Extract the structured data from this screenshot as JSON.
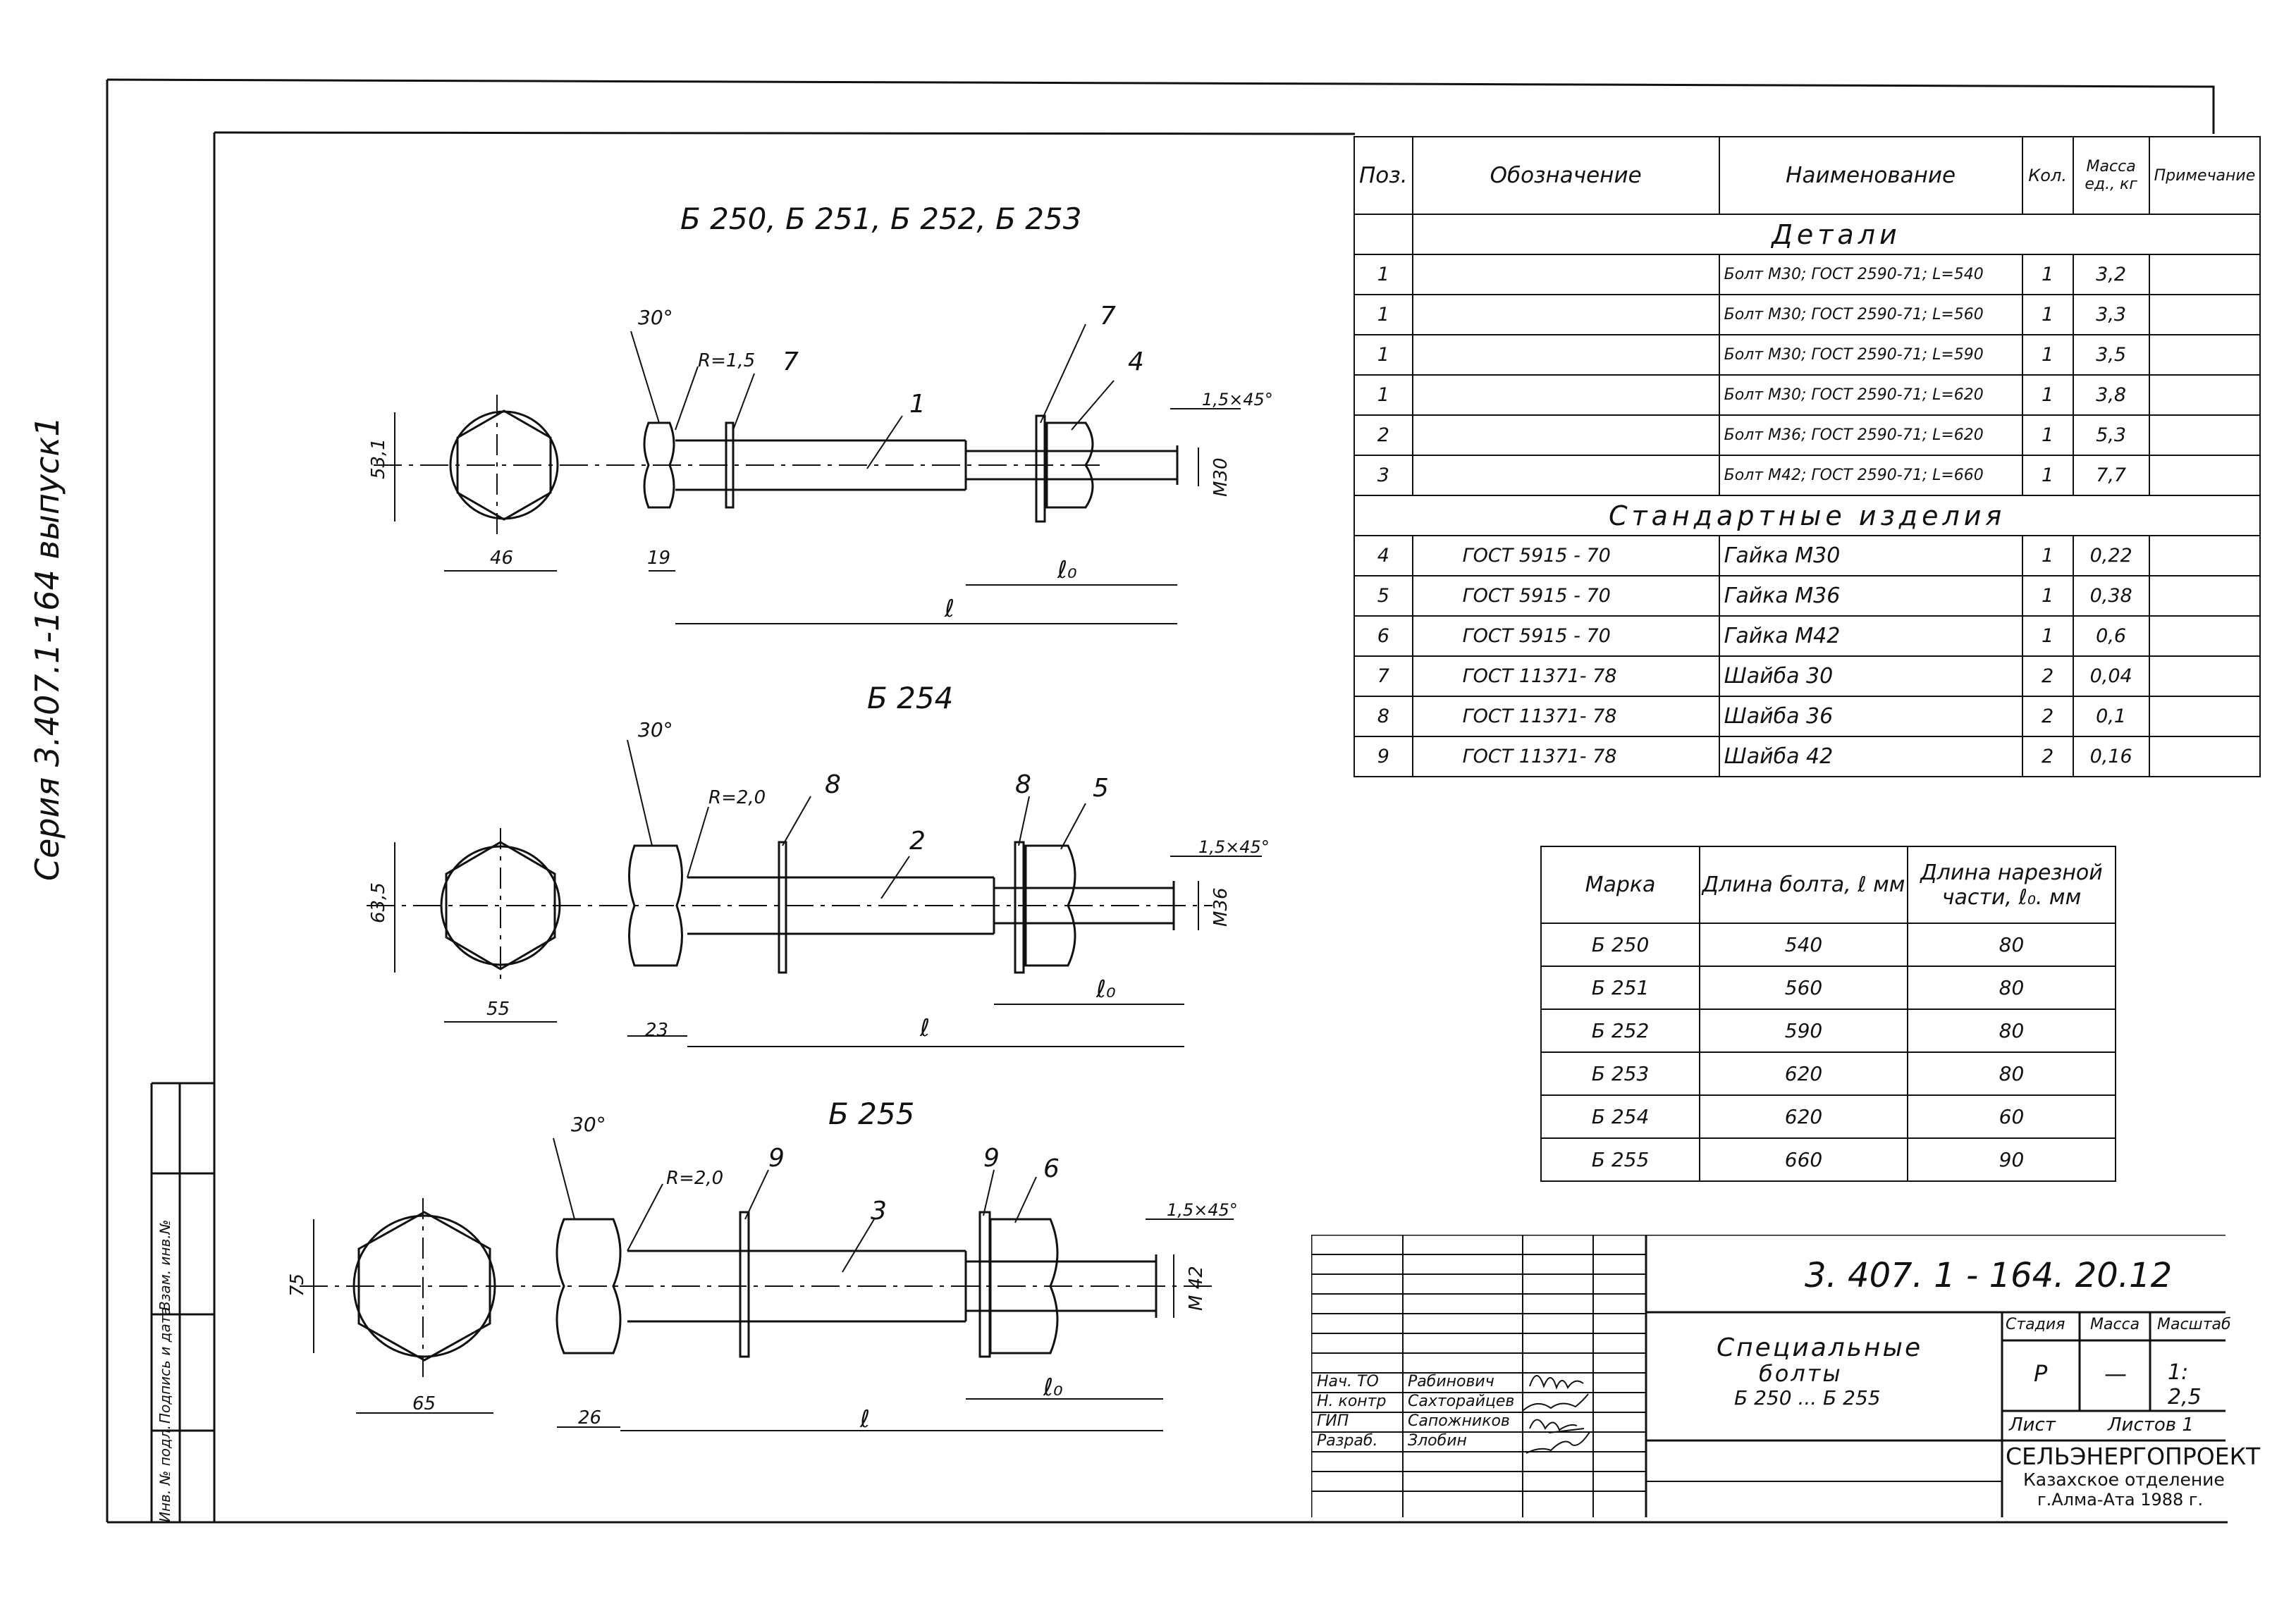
{
  "series_label": "Серия  3.407.1-164  выпуск1",
  "side_stamp": [
    "Инв. № подл.",
    "Подпись и дата",
    "Взам. инв.№"
  ],
  "views": {
    "top": {
      "title": "Б 250,   Б 251,  Б 252,  Б 253",
      "angle": "30°",
      "radius": "R=1,5",
      "chamfer": "1,5×45°",
      "thread": "М30",
      "dim_height": "53,1",
      "dim_width": "46",
      "dim_head": "19",
      "dim_l0": "ℓ₀",
      "dim_l": "ℓ",
      "callouts": [
        "7",
        "7",
        "4",
        "1"
      ]
    },
    "mid": {
      "title": "Б 254",
      "angle": "30°",
      "radius": "R=2,0",
      "chamfer": "1,5×45°",
      "thread": "М36",
      "dim_height": "63,5",
      "dim_width": "55",
      "dim_head": "23",
      "dim_l0": "ℓ₀",
      "dim_l": "ℓ",
      "callouts": [
        "8",
        "8",
        "5",
        "2"
      ]
    },
    "bot": {
      "title": "Б 255",
      "angle": "30°",
      "radius": "R=2,0",
      "chamfer": "1,5×45°",
      "thread": "М 42",
      "dim_height": "75",
      "dim_width": "65",
      "dim_head": "26",
      "dim_l0": "ℓ₀",
      "dim_l": "ℓ",
      "callouts": [
        "9",
        "9",
        "6",
        "3"
      ]
    }
  },
  "spec": {
    "headers": [
      "Поз.",
      "Обозначение",
      "Наименование",
      "Кол.",
      "Масса ед., кг",
      "Примечание"
    ],
    "section_parts": "Детали",
    "section_std": "Стандартные   изделия",
    "parts": [
      {
        "pos": "1",
        "des": "",
        "name": "Болт  М30; ГОСТ 2590-71; L=540",
        "qty": "1",
        "mass": "3,2"
      },
      {
        "pos": "1",
        "des": "",
        "name": "Болт  М30; ГОСТ 2590-71; L=560",
        "qty": "1",
        "mass": "3,3"
      },
      {
        "pos": "1",
        "des": "",
        "name": "Болт  М30; ГОСТ 2590-71; L=590",
        "qty": "1",
        "mass": "3,5"
      },
      {
        "pos": "1",
        "des": "",
        "name": "Болт  М30; ГОСТ 2590-71; L=620",
        "qty": "1",
        "mass": "3,8"
      },
      {
        "pos": "2",
        "des": "",
        "name": "Болт  М36; ГОСТ 2590-71; L=620",
        "qty": "1",
        "mass": "5,3"
      },
      {
        "pos": "3",
        "des": "",
        "name": "Болт  М42; ГОСТ 2590-71; L=660",
        "qty": "1",
        "mass": "7,7"
      }
    ],
    "std": [
      {
        "pos": "4",
        "des": "ГОСТ  5915 - 70",
        "name": "Гайка  М30",
        "qty": "1",
        "mass": "0,22"
      },
      {
        "pos": "5",
        "des": "ГОСТ  5915 - 70",
        "name": "Гайка  М36",
        "qty": "1",
        "mass": "0,38"
      },
      {
        "pos": "6",
        "des": "ГОСТ  5915 - 70",
        "name": "Гайка  М42",
        "qty": "1",
        "mass": "0,6"
      },
      {
        "pos": "7",
        "des": "ГОСТ  11371- 78",
        "name": "Шайба  30",
        "qty": "2",
        "mass": "0,04"
      },
      {
        "pos": "8",
        "des": "ГОСТ  11371- 78",
        "name": "Шайба  36",
        "qty": "2",
        "mass": "0,1"
      },
      {
        "pos": "9",
        "des": "ГОСТ  11371- 78",
        "name": "Шайба  42",
        "qty": "2",
        "mass": "0,16"
      }
    ]
  },
  "lengths": {
    "headers": [
      "Марка",
      "Длина болта, ℓ мм",
      "Длина нарезной части, ℓ₀. мм"
    ],
    "rows": [
      [
        "Б 250",
        "540",
        "80"
      ],
      [
        "Б 251",
        "560",
        "80"
      ],
      [
        "Б 252",
        "590",
        "80"
      ],
      [
        "Б 253",
        "620",
        "80"
      ],
      [
        "Б 254",
        "620",
        "60"
      ],
      [
        "Б 255",
        "660",
        "90"
      ]
    ]
  },
  "title_block": {
    "code": "3. 407. 1 - 164. 20.12",
    "name_line1": "Специальные",
    "name_line2": "болты",
    "name_line3": "Б 250 ...  Б 255",
    "stage_label": "Стадия",
    "mass_label": "Масса",
    "scale_label": "Масштаб",
    "stage": "Р",
    "mass": "—",
    "scale": "1: 2,5",
    "sheet_label": "Лист",
    "sheets_label": "Листов  1",
    "org": "СЕЛЬЭНЕРГОПРОЕКТ",
    "dept": "Казахское отделение",
    "city": "г.Алма-Ата  1988 г.",
    "signers": [
      {
        "role": "Нач. ТО",
        "name": "Рабинович"
      },
      {
        "role": "Н. контр",
        "name": "Сахторайцев"
      },
      {
        "role": "ГИП",
        "name": "Сапожников"
      },
      {
        "role": "Разраб.",
        "name": "Злобин"
      }
    ]
  }
}
